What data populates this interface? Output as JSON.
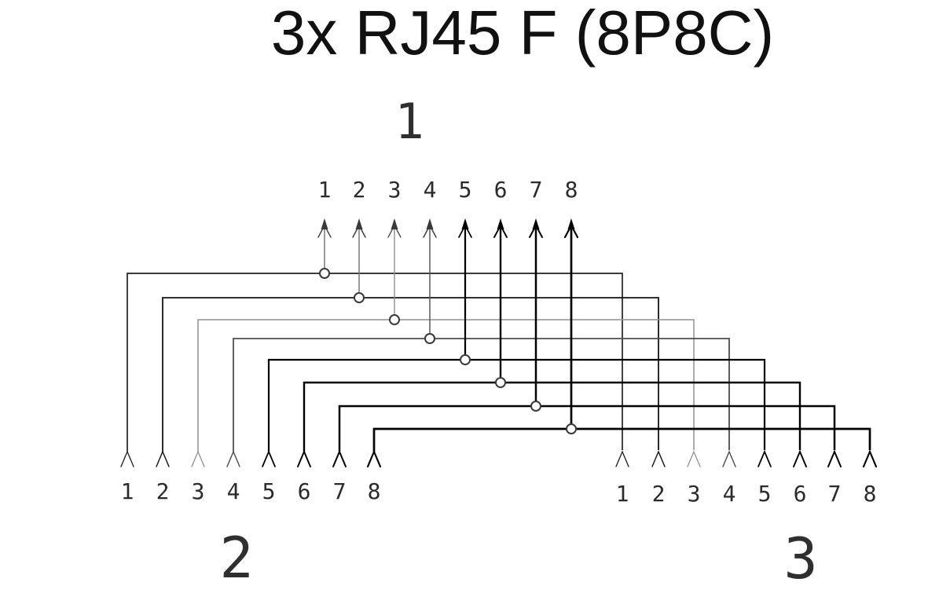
{
  "title": "3x RJ45 F (8P8C)",
  "connectors": [
    {
      "label": "1",
      "position": "top",
      "pins": [
        "1",
        "2",
        "3",
        "4",
        "5",
        "6",
        "7",
        "8"
      ]
    },
    {
      "label": "2",
      "position": "bottom-left",
      "pins": [
        "1",
        "2",
        "3",
        "4",
        "5",
        "6",
        "7",
        "8"
      ]
    },
    {
      "label": "3",
      "position": "bottom-right",
      "pins": [
        "1",
        "2",
        "3",
        "4",
        "5",
        "6",
        "7",
        "8"
      ]
    }
  ],
  "wiring": {
    "pattern": "straight 1:1:1",
    "junction_marker": "open-circle",
    "connections": [
      {
        "connector_1_pin": "1",
        "connector_2_pin": "1",
        "connector_3_pin": "1"
      },
      {
        "connector_1_pin": "2",
        "connector_2_pin": "2",
        "connector_3_pin": "2"
      },
      {
        "connector_1_pin": "3",
        "connector_2_pin": "3",
        "connector_3_pin": "3"
      },
      {
        "connector_1_pin": "4",
        "connector_2_pin": "4",
        "connector_3_pin": "4"
      },
      {
        "connector_1_pin": "5",
        "connector_2_pin": "5",
        "connector_3_pin": "5"
      },
      {
        "connector_1_pin": "6",
        "connector_2_pin": "6",
        "connector_3_pin": "6"
      },
      {
        "connector_1_pin": "7",
        "connector_2_pin": "7",
        "connector_3_pin": "7"
      },
      {
        "connector_1_pin": "8",
        "connector_2_pin": "8",
        "connector_3_pin": "8"
      }
    ]
  },
  "colors": {
    "background": "#ffffff",
    "wire_black": "#000000",
    "wire_gray": "#8f8f8f",
    "text": "#1a1a1a"
  }
}
